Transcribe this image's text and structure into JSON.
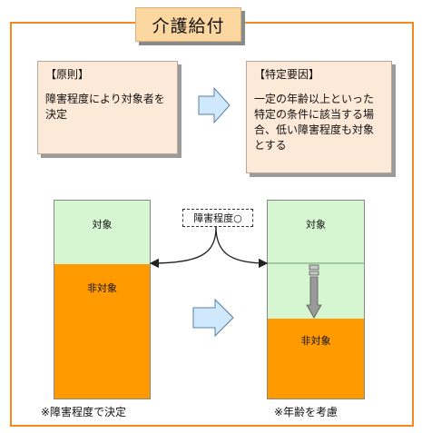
{
  "title": "介護給付",
  "left_note": {
    "heading": "【原則】",
    "body": "障害程度により対象者を決定"
  },
  "right_note": {
    "heading": "【特定要因】",
    "body": "一定の年齢以上といった特定の条件に該当する場合、低い障害程度も対象とする"
  },
  "left_column": {
    "top_label": "対象",
    "bottom_label": "非対象",
    "caption": "※障害程度で決定"
  },
  "right_column": {
    "top_label": "対象",
    "bottom_label": "非対象",
    "caption": "※年齢を考慮"
  },
  "threshold_label": "障害程度○",
  "colors": {
    "frame": "#f28a1e",
    "target": "#d6f5d1",
    "non_target": "#ff9a00",
    "arrow_fill": "#cfe8fb"
  }
}
